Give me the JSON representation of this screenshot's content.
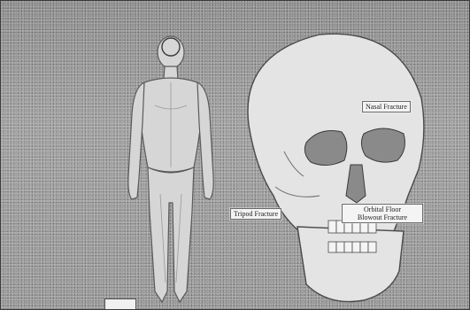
{
  "title": "",
  "side_caption": "",
  "labels": {
    "nasal": "Nasal Fracture",
    "tripod": "Tripod Fracture",
    "orbital_line1": "Orbital Floor",
    "orbital_line2": "Blowout Fracture"
  },
  "footer_tag": "",
  "icons": {
    "body": "human-body-figure",
    "skull": "human-skull"
  },
  "colors": {
    "background": "#9a9a9a",
    "figure": "#d9d9d9",
    "skull": "#e6e6e6",
    "callout_bg": "#f4f4f4"
  }
}
